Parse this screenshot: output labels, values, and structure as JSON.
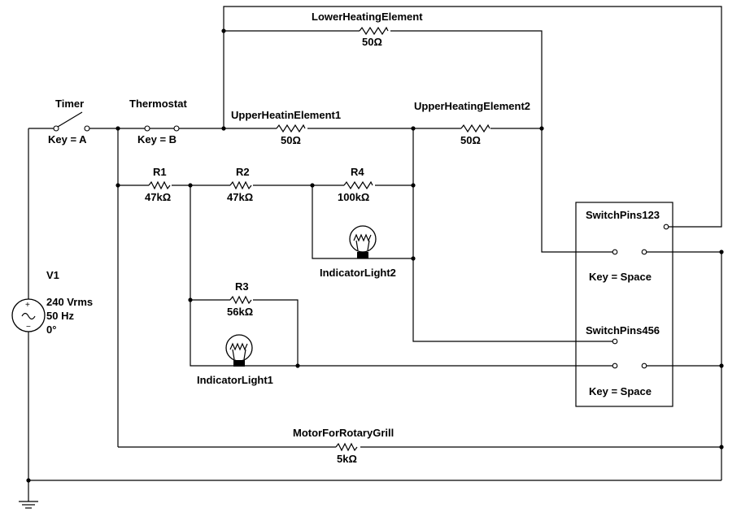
{
  "source": {
    "name": "V1",
    "voltage": "240 Vrms",
    "frequency": "50 Hz",
    "phase": "0°"
  },
  "timer": {
    "name": "Timer",
    "key": "Key = A"
  },
  "thermostat": {
    "name": "Thermostat",
    "key": "Key = B"
  },
  "lower_heating_element": {
    "name": "LowerHeatingElement",
    "value": "50Ω"
  },
  "upper_heating_element1": {
    "name": "UpperHeatinElement1",
    "value": "50Ω"
  },
  "upper_heating_element2": {
    "name": "UpperHeatingElement2",
    "value": "50Ω"
  },
  "r1": {
    "name": "R1",
    "value": "47kΩ"
  },
  "r2": {
    "name": "R2",
    "value": "47kΩ"
  },
  "r3": {
    "name": "R3",
    "value": "56kΩ"
  },
  "r4": {
    "name": "R4",
    "value": "100kΩ"
  },
  "indicator_light1": {
    "name": "IndicatorLight1"
  },
  "indicator_light2": {
    "name": "IndicatorLight2"
  },
  "switch_pins_123": {
    "name": "SwitchPins123",
    "key": "Key = Space"
  },
  "switch_pins_456": {
    "name": "SwitchPins456",
    "key": "Key = Space"
  },
  "motor": {
    "name": "MotorForRotaryGrill",
    "value": "5kΩ"
  }
}
